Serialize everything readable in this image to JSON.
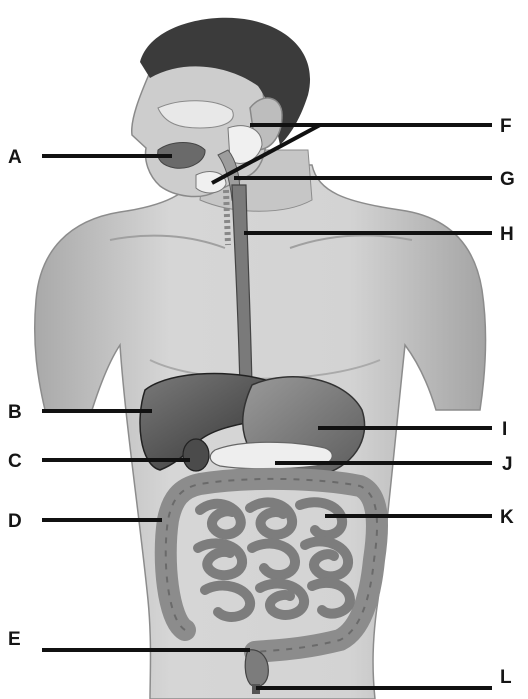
{
  "labels": [
    {
      "id": "A",
      "text": "A"
    },
    {
      "id": "B",
      "text": "B"
    },
    {
      "id": "C",
      "text": "C"
    },
    {
      "id": "D",
      "text": "D"
    },
    {
      "id": "E",
      "text": "E"
    },
    {
      "id": "F",
      "text": "F"
    },
    {
      "id": "G",
      "text": "G"
    },
    {
      "id": "H",
      "text": "H"
    },
    {
      "id": "I",
      "text": "I"
    },
    {
      "id": "J",
      "text": "J"
    },
    {
      "id": "K",
      "text": "K"
    },
    {
      "id": "L",
      "text": "L"
    }
  ],
  "colors": {
    "skin": "#cfcfcf",
    "hair": "#3a3a3a",
    "organ_dark": "#5a5a5a",
    "intestine": "#9a9a9a",
    "leader": "#111111"
  }
}
